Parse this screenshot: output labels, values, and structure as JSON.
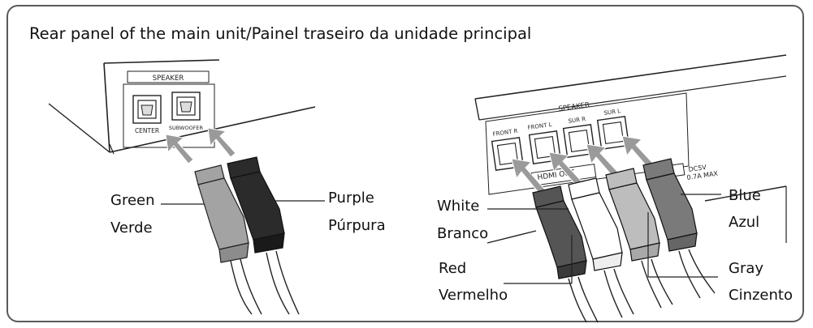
{
  "title": "Rear panel of the main unit/Painel traseiro da unidade principal",
  "left_panel": {
    "speaker_header": "SPEAKER",
    "jack_center": "CENTER",
    "jack_subwoofer": "SUBWOOFER",
    "labels": {
      "green_en": "Green",
      "green_pt": "Verde",
      "purple_en": "Purple",
      "purple_pt": "Púrpura"
    }
  },
  "right_panel": {
    "speaker_header": "SPEAKER",
    "jack_front_r": "FRONT R",
    "jack_front_l": "FRONT L",
    "jack_sur_r": "SUR R",
    "jack_sur_l": "SUR L",
    "hdmi_label": "HDMI OUT",
    "dc_label_1": "DC5V",
    "dc_label_2": "0.7A MAX",
    "labels": {
      "white_en": "White",
      "white_pt": "Branco",
      "red_en": "Red",
      "red_pt": "Vermelho",
      "blue_en": "Blue",
      "blue_pt": "Azul",
      "gray_en": "Gray",
      "gray_pt": "Cinzento"
    }
  },
  "colors": {
    "green_plug": "#a3a3a3",
    "purple_plug": "#2b2b2b",
    "white_plug": "#ffffff",
    "red_plug": "#555555",
    "gray_plug": "#bdbdbd",
    "blue_plug": "#7a7a7a",
    "arrow": "#9a9a9a"
  }
}
